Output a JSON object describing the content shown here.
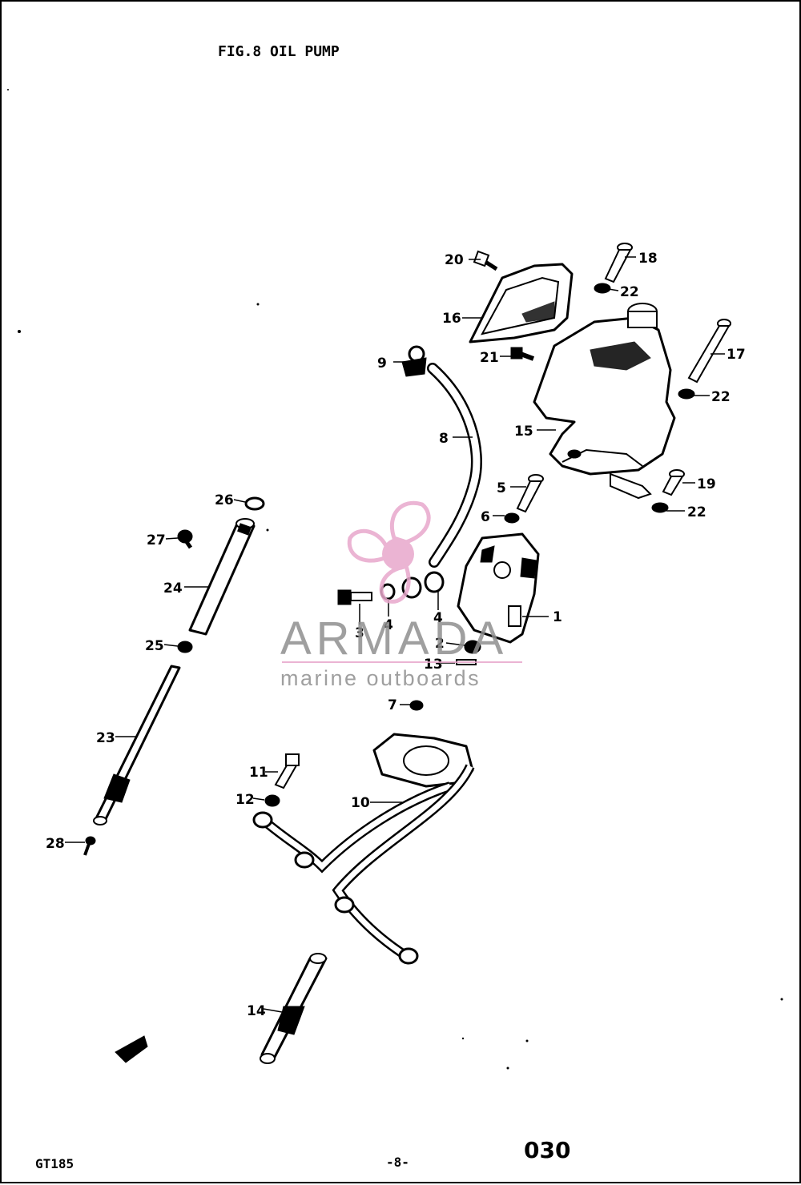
{
  "figure": {
    "title": "FIG.8  OIL PUMP"
  },
  "watermark": {
    "brand": "ARMADA",
    "tagline": "marine outboards",
    "logo_color": "#e8a8cc",
    "text_color": "#8f8f8f"
  },
  "footer": {
    "model": "GT185",
    "page_marker": "-8-",
    "page_number": "030"
  },
  "callouts": {
    "c1": "1",
    "c2": "2",
    "c3": "3",
    "c4a": "4",
    "c4b": "4",
    "c5": "5",
    "c6": "6",
    "c7": "7",
    "c8": "8",
    "c9": "9",
    "c10": "10",
    "c11": "11",
    "c12": "12",
    "c13": "13",
    "c14": "14",
    "c15": "15",
    "c16": "16",
    "c17": "17",
    "c18": "18",
    "c19": "19",
    "c20": "20",
    "c21": "21",
    "c22a": "22",
    "c22b": "22",
    "c22c": "22",
    "c23": "23",
    "c24": "24",
    "c25": "25",
    "c26": "26",
    "c27": "27",
    "c28": "28"
  }
}
